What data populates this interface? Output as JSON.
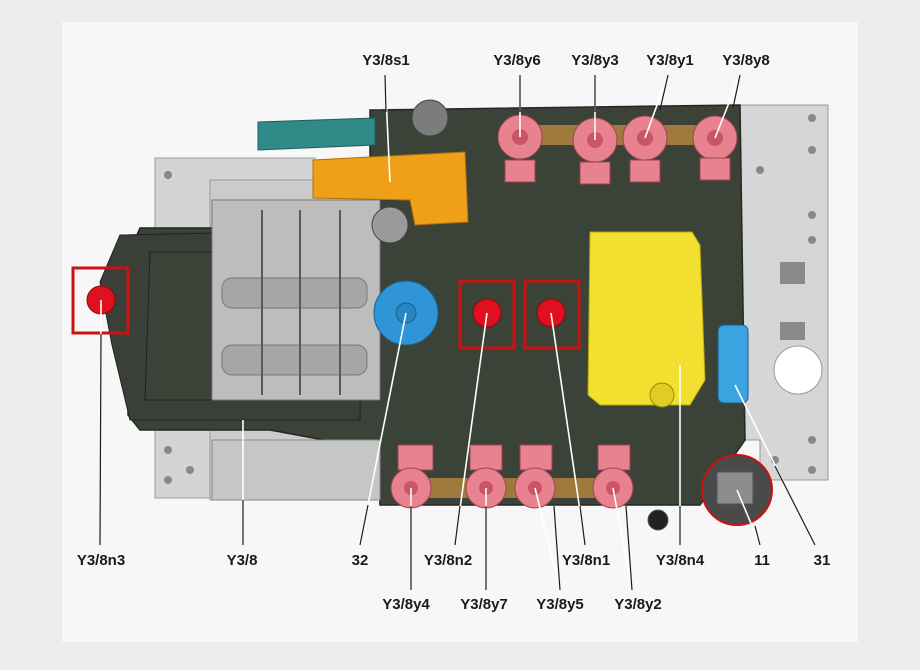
{
  "labels": {
    "y38s1": "Y3/8s1",
    "y38y6": "Y3/8y6",
    "y38y3": "Y3/8y3",
    "y38y1": "Y3/8y1",
    "y38y8": "Y3/8y8",
    "y38n3": "Y3/8n3",
    "y38": "Y3/8",
    "n32": "32",
    "y38n2": "Y3/8n2",
    "y38n1": "Y3/8n1",
    "y38n4": "Y3/8n4",
    "n11": "11",
    "n31": "31",
    "y38y4": "Y3/8y4",
    "y38y7": "Y3/8y7",
    "y38y5": "Y3/8y5",
    "y38y2": "Y3/8y2"
  },
  "colors": {
    "background": "#ececec",
    "panel": "#f7f7f7",
    "plate": "#3b4238",
    "valve_body": "#c8c8c8",
    "solenoid": "#e8828f",
    "bracket": "#a07a3c",
    "orange_connector": "#f0a018",
    "yellow_module": "#f2e030",
    "blue_sensor": "#2f95d6",
    "red_sensor": "#e0101e",
    "highlight_box": "#cc1111",
    "teal_tab": "#2f8a88"
  }
}
